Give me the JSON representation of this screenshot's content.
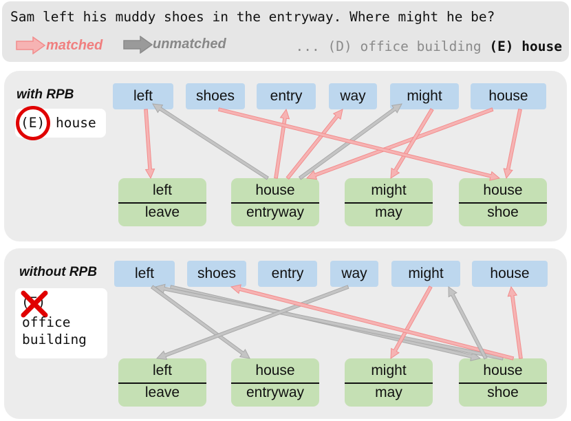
{
  "header": {
    "question": "Sam left his muddy shoes in the entryway. Where might he be?",
    "legend_matched": "matched",
    "legend_unmatched": "unmatched",
    "answer_prefix": "... (D) office building",
    "answer_highlight": "(E) house"
  },
  "colors": {
    "matched": "#f6b3b3",
    "matched_text": "#f07f7f",
    "unmatched": "#c4c4c4",
    "unmatched_text": "#888888",
    "token": "#bdd7ee",
    "relation": "#c5e0b4",
    "mark_red": "#e00000"
  },
  "panel_with": {
    "title": "with RPB",
    "prediction_letter": "(E)",
    "prediction_text": "house",
    "tokens": [
      "left",
      "shoes",
      "entry",
      "way",
      "might",
      "house"
    ],
    "relations": [
      {
        "top": "left",
        "bottom": "leave"
      },
      {
        "top": "house",
        "bottom": "entryway"
      },
      {
        "top": "might",
        "bottom": "may"
      },
      {
        "top": "house",
        "bottom": "shoe"
      }
    ],
    "links": [
      {
        "from": "token:left",
        "to": "relation:left|leave",
        "type": "matched"
      },
      {
        "from": "relation:house|entryway",
        "to": "token:left",
        "type": "unmatched"
      },
      {
        "from": "relation:house|entryway",
        "to": "token:entry",
        "type": "matched"
      },
      {
        "from": "relation:house|entryway",
        "to": "token:way",
        "type": "matched"
      },
      {
        "from": "relation:house|entryway",
        "to": "token:might",
        "type": "unmatched"
      },
      {
        "from": "token:house",
        "to": "relation:house|entryway",
        "type": "matched"
      },
      {
        "from": "token:might",
        "to": "relation:might|may",
        "type": "matched"
      },
      {
        "from": "token:shoes",
        "to": "relation:house|shoe",
        "type": "matched"
      },
      {
        "from": "token:house",
        "to": "relation:house|shoe",
        "type": "matched"
      }
    ]
  },
  "panel_without": {
    "title": "without RPB",
    "prediction_letter": "(E)",
    "prediction_text_line1": "office",
    "prediction_text_line2": "building",
    "tokens": [
      "left",
      "shoes",
      "entry",
      "way",
      "might",
      "house"
    ],
    "relations": [
      {
        "top": "left",
        "bottom": "leave"
      },
      {
        "top": "house",
        "bottom": "entryway"
      },
      {
        "top": "might",
        "bottom": "may"
      },
      {
        "top": "house",
        "bottom": "shoe"
      }
    ],
    "links": [
      {
        "from": "token:left",
        "to": "relation:house|entryway",
        "type": "unmatched"
      },
      {
        "from": "token:left",
        "to": "relation:house|shoe",
        "type": "unmatched"
      },
      {
        "from": "relation:house|shoe",
        "to": "token:left",
        "type": "unmatched"
      },
      {
        "from": "token:way",
        "to": "relation:left|leave",
        "type": "unmatched"
      },
      {
        "from": "token:might",
        "to": "relation:might|may",
        "type": "matched"
      },
      {
        "from": "relation:house|shoe",
        "to": "token:shoes",
        "type": "matched"
      },
      {
        "from": "relation:house|shoe",
        "to": "token:might",
        "type": "unmatched"
      },
      {
        "from": "relation:house|shoe",
        "to": "token:house",
        "type": "matched"
      }
    ]
  }
}
